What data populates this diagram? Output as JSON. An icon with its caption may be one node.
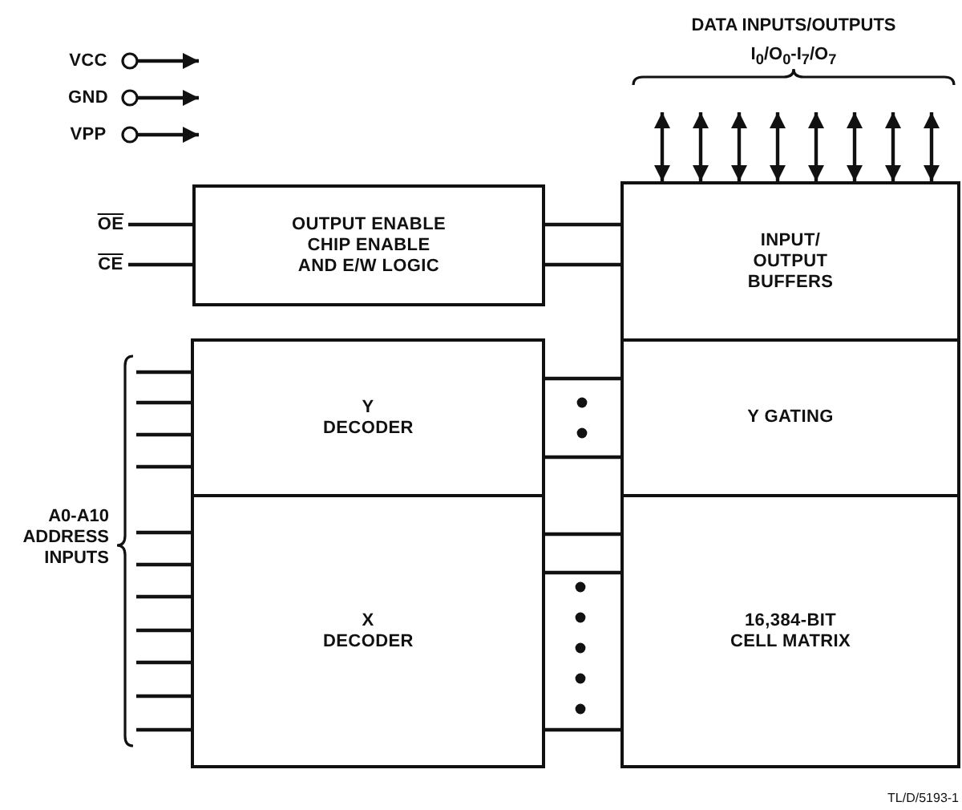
{
  "diagram": {
    "nodes": [
      {
        "text": [
          "VCC"
        ]
      },
      {
        "text": [
          "GND"
        ]
      },
      {
        "text": [
          "VPP"
        ]
      },
      {
        "text": [
          "OE"
        ]
      },
      {
        "text": [
          "CE"
        ]
      },
      {
        "text": [
          "OUTPUT ENABLE CHIP ENABLE AND E/W LOGIC"
        ]
      },
      {
        "text": [
          "INPUT/ OUTPUT BUFFERS"
        ]
      },
      {
        "text": [
          "Y DECODER"
        ]
      },
      {
        "text": [
          "Y GATING"
        ]
      },
      {
        "text": [
          "X DECODER"
        ]
      },
      {
        "text": [
          "16,384-BIT CELL MATRIX"
        ]
      }
    ],
    "edges": [
      {
        "from": 0,
        "to": null,
        "arrow": "to"
      },
      {
        "from": 1,
        "to": null,
        "arrow": "to"
      },
      {
        "from": 2,
        "to": null,
        "arrow": "to"
      },
      {
        "from": 3,
        "to": 5,
        "arrow": "none"
      },
      {
        "from": 4,
        "to": 5,
        "arrow": "none"
      },
      {
        "from": 5,
        "to": 6,
        "arrow": "none"
      },
      {
        "from": 5,
        "to": 6,
        "arrow": "none"
      },
      {
        "from": null,
        "to": 6,
        "arrow": "both"
      },
      {
        "from": null,
        "to": 6,
        "arrow": "both"
      },
      {
        "from": null,
        "to": 6,
        "arrow": "both"
      },
      {
        "from": null,
        "to": 6,
        "arrow": "both"
      },
      {
        "from": null,
        "to": 6,
        "arrow": "both"
      },
      {
        "from": null,
        "to": 6,
        "arrow": "both"
      },
      {
        "from": null,
        "to": 6,
        "arrow": "both"
      },
      {
        "from": null,
        "to": 6,
        "arrow": "both"
      },
      {
        "from": null,
        "to": 7,
        "arrow": "none"
      },
      {
        "from": null,
        "to": 7,
        "arrow": "none"
      },
      {
        "from": null,
        "to": 7,
        "arrow": "none"
      },
      {
        "from": null,
        "to": 7,
        "arrow": "none"
      },
      {
        "from": null,
        "to": 9,
        "arrow": "none"
      },
      {
        "from": null,
        "to": 9,
        "arrow": "none"
      },
      {
        "from": null,
        "to": 9,
        "arrow": "none"
      },
      {
        "from": null,
        "to": 9,
        "arrow": "none"
      },
      {
        "from": null,
        "to": 9,
        "arrow": "none"
      },
      {
        "from": null,
        "to": 9,
        "arrow": "none"
      },
      {
        "from": null,
        "to": 9,
        "arrow": "none"
      },
      {
        "from": 7,
        "to": 8,
        "arrow": "none"
      },
      {
        "from": 7,
        "to": 8,
        "arrow": "none"
      },
      {
        "from": 9,
        "to": 10,
        "arrow": "none"
      },
      {
        "from": 9,
        "to": 10,
        "arrow": "none"
      },
      {
        "from": 9,
        "to": 10,
        "arrow": "none"
      }
    ],
    "labels": [
      "DATA INPUTS/OUTPUTS",
      "I$_{0}$/O$_{0}$-I$_{7}$/O$_{7}$",
      "A0-A10 ADDRESS INPUTS",
      "TL/D/5193-1"
    ]
  }
}
